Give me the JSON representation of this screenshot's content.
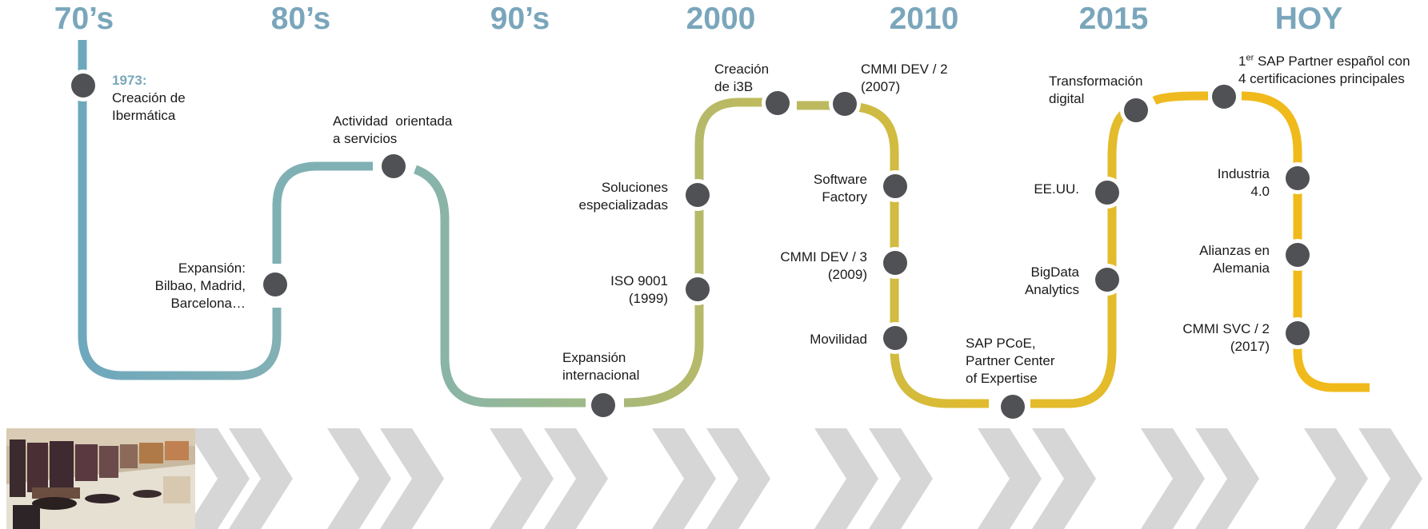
{
  "eras": [
    "70’s",
    "80’s",
    "90’s",
    "2000",
    "2010",
    "2015",
    "HOY"
  ],
  "milestones": {
    "m1973": {
      "year": "1973:",
      "lines": [
        "Creación de",
        "Ibermática"
      ]
    },
    "expansion_nacional": [
      "Expansión:",
      "Bilbao, Madrid,",
      "Barcelona…"
    ],
    "servicios": [
      "Actividad  orientada",
      "a servicios"
    ],
    "internacional": [
      "Expansión",
      "internacional"
    ],
    "iso": [
      "ISO 9001",
      "(1999)"
    ],
    "soluciones": [
      "Soluciones",
      "especializadas"
    ],
    "i3b": [
      "Creación",
      "de i3B"
    ],
    "cmmi2": [
      "CMMI DEV / 2",
      "(2007)"
    ],
    "factory": [
      "Software",
      "Factory"
    ],
    "cmmi3": [
      "CMMI DEV / 3",
      "(2009)"
    ],
    "movilidad": [
      "Movilidad"
    ],
    "sappcoe": [
      "SAP PCoE,",
      "Partner Center",
      "of Expertise"
    ],
    "bigdata": [
      "BigData",
      "Analytics"
    ],
    "eeuu": [
      "EE.UU."
    ],
    "transformacion": [
      "Transformación",
      "digital"
    ],
    "sap_partner": {
      "ordinal": "1",
      "sup": "er",
      "rest": " SAP Partner español con",
      "line2": "4 certificaciones principales"
    },
    "industria": [
      "Industria",
      "4.0"
    ],
    "alianzas": [
      "Alianzas en",
      "Alemania"
    ],
    "cmmisvc": [
      "CMMI SVC / 2",
      "(2017)"
    ]
  },
  "colors": {
    "era_text": "#7aa6bb",
    "segment_1": "#6ea8bd",
    "segment_2": "#8cb79d",
    "segment_3": "#b3b86f",
    "segment_4": "#cfbd42",
    "segment_5": "#f0ba1b",
    "node": "#505154",
    "chevron": "#d6d6d6"
  },
  "icons": {
    "photo": "historic-computer-room-photo"
  }
}
